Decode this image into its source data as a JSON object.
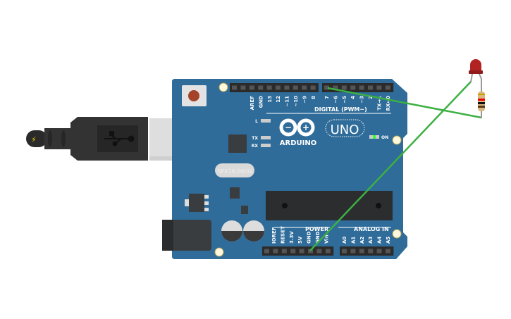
{
  "board": {
    "brand": "ARDUINO",
    "model": "UNO",
    "color": "#2f6c9a",
    "digital_label": "DIGITAL (PWM~)",
    "power_label": "POWER",
    "analog_label": "ANALOG IN",
    "on_label": "ON",
    "led_labels": [
      "L",
      "TX",
      "RX"
    ],
    "crystal_text": "SPX16.000G",
    "digital_pins_left": [
      "AREF",
      "GND",
      "13",
      "12",
      "~11",
      "~10",
      "~9",
      "8"
    ],
    "digital_pins_right": [
      "7",
      "~6",
      "~5",
      "4",
      "~3",
      "2",
      "TX→1",
      "RX←0"
    ],
    "power_pins": [
      "IOREF",
      "RESET",
      "3.3V",
      "5V",
      "GND",
      "GND",
      "Vin"
    ],
    "analog_pins": [
      "A0",
      "A1",
      "A2",
      "A3",
      "A4",
      "A5"
    ]
  },
  "components": {
    "led_color": "#b22222",
    "wire_color": "#3cb043",
    "usb_icon": "usb-icon",
    "power_icon": "lightning-icon"
  }
}
